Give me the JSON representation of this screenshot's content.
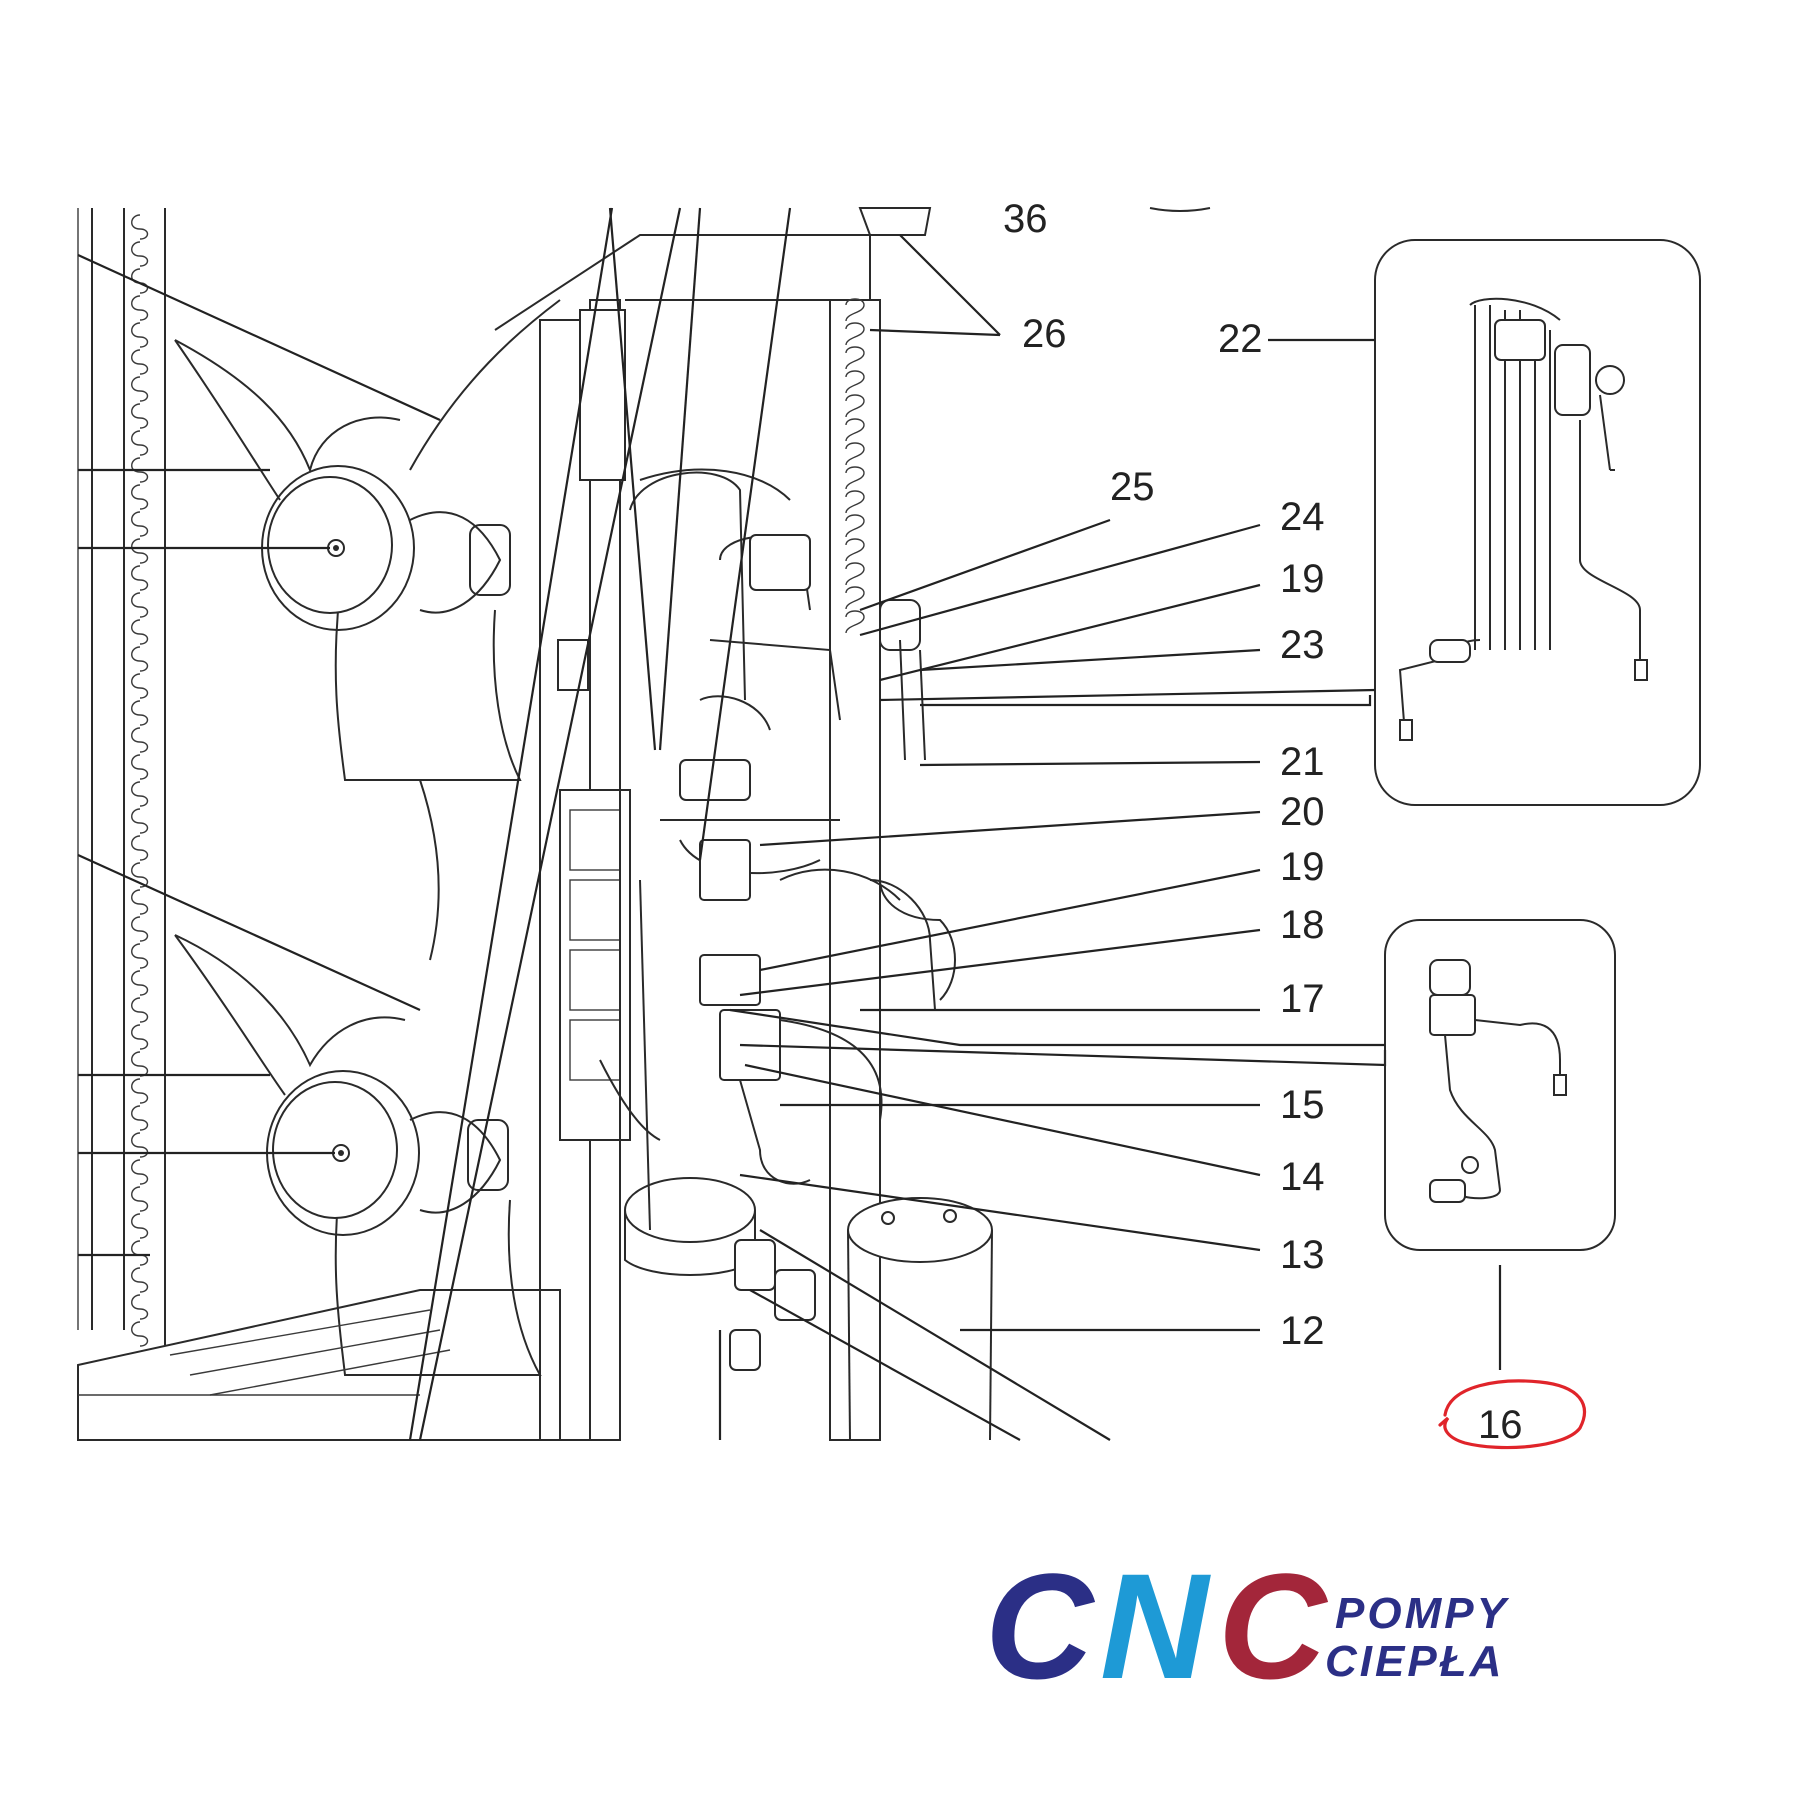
{
  "callouts": {
    "c36": "36",
    "c26": "26",
    "c22": "22",
    "c25": "25",
    "c24": "24",
    "c19a": "19",
    "c23": "23",
    "c21": "21",
    "c20": "20",
    "c19b": "19",
    "c18": "18",
    "c17": "17",
    "c15": "15",
    "c14": "14",
    "c13": "13",
    "c12": "12",
    "c16": "16"
  },
  "highlight_color": "#e0242a",
  "logo": {
    "cnc_letters": [
      "C",
      "N",
      "C"
    ],
    "line1": "POMPY",
    "line2": "CIEPŁA",
    "colors": {
      "c1": "#2b2f86",
      "n": "#1e9ad6",
      "c2": "#a3263a",
      "text": "#2b2f86"
    }
  }
}
